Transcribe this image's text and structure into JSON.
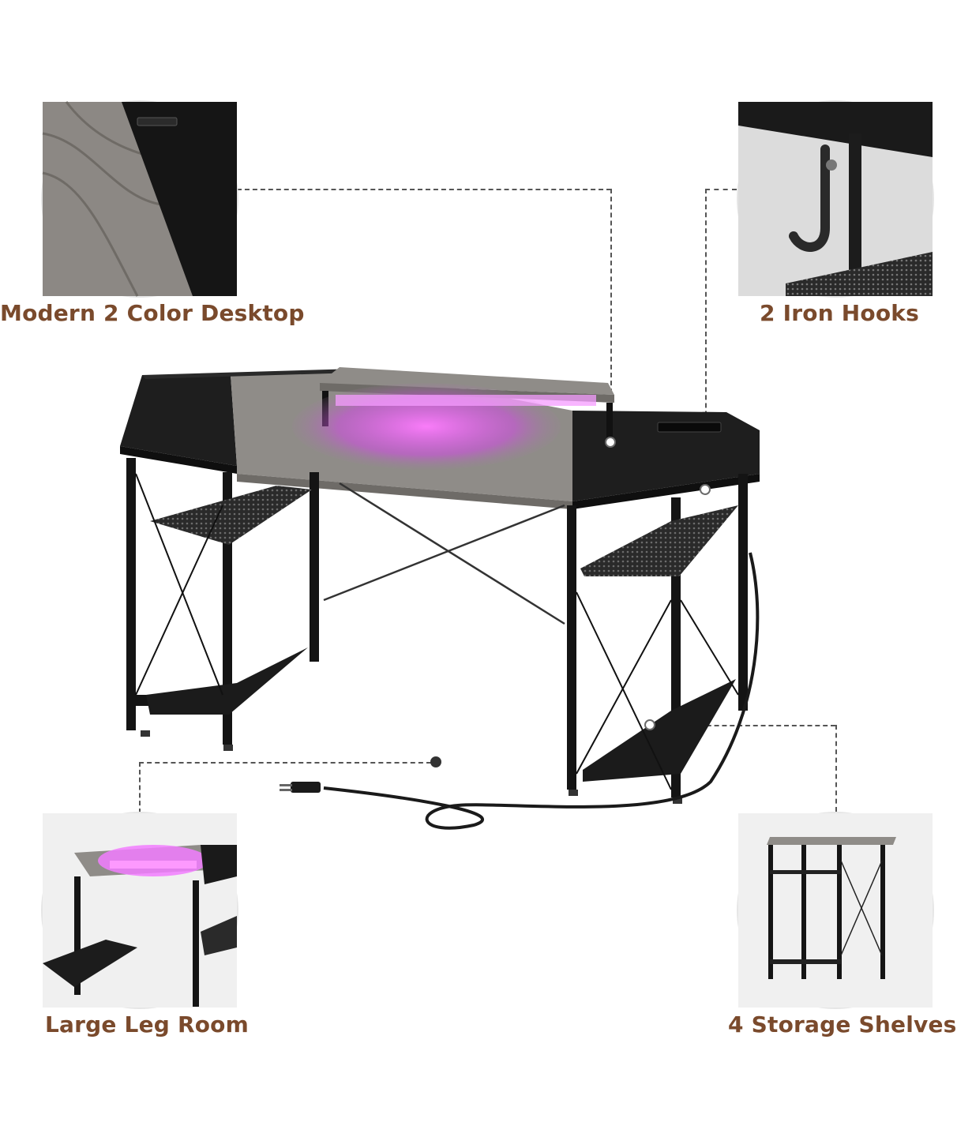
{
  "colors": {
    "label_text": "#7a4a2c",
    "desk_black": "#1e1e1e",
    "desk_grey": "#8f8c88",
    "led_glow": "#e24cf0",
    "frame": "#141414"
  },
  "features": {
    "top_left": "Modern 2 Color Desktop",
    "top_right": "2 Iron Hooks",
    "bottom_left": "Large Leg Room",
    "bottom_right": "4 Storage Shelves"
  }
}
